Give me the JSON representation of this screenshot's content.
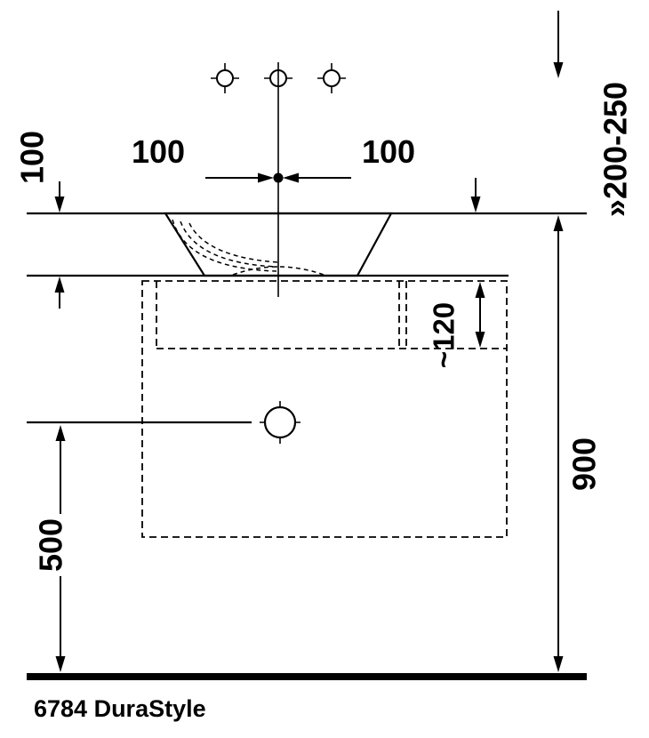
{
  "drawing": {
    "product_label": "6784 DuraStyle",
    "dims": {
      "hole_left": "100",
      "hole_right": "100",
      "basin_height": "100",
      "faucet_range": "»200-250",
      "drawer_depth": "~120",
      "rim_height": "900",
      "drain_height": "500"
    }
  }
}
